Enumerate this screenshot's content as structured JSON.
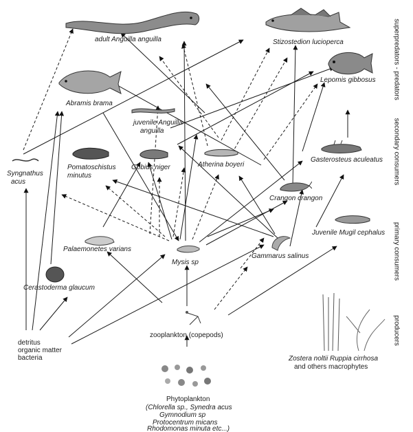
{
  "taxa": {
    "anguilla_adult": "adult Anguilla anguilla",
    "sander": "Stizostedion lucioperca",
    "abramis": "Abramis brama",
    "lepomis": "Lepomis gibbosus",
    "anguilla_juv_1": "juvenile Anguilla",
    "anguilla_juv_2": "anguilla",
    "syngnathus_1": "Syngnathus",
    "syngnathus_2": "acus",
    "pomatoschistus_1": "Pomatoschistus",
    "pomatoschistus_2": "minutus",
    "gobius": "Gobius niger",
    "atherina": "Atherina boyeri",
    "gasterosteus": "Gasterosteus aculeatus",
    "crangon": "Crangon crangon",
    "mugil": "Juvenile Mugil cephalus",
    "palaemonetes": "Palaemonetes varians",
    "mysis": "Mysis sp",
    "gammarus": "Gammarus salinus",
    "cerastoderma": "Cerastoderma glaucum",
    "zooplankton": "zooplankton (copepods)",
    "detritus_1": "detritus",
    "detritus_2": "organic matter",
    "detritus_3": "bacteria",
    "macro_1": "Zostera noltii  Ruppia cirrhosa",
    "macro_2": "and others macrophytes",
    "phyto_title": "Phytoplankton",
    "phyto_1": "(Chlorella sp., Synedra acus",
    "phyto_2": "Gymnodium sp",
    "phyto_3": "Protocentrum micans",
    "phyto_4": "Rhodomonas minuta etc...)"
  },
  "levels": {
    "top": "superpredators - predators",
    "secondary": "secondary consumers",
    "primary": "primary consumers",
    "producers": "producers"
  },
  "colors": {
    "ink": "#1a1a1a",
    "fish_body": "#9a9a9a",
    "fish_dark": "#4a4a4a"
  }
}
